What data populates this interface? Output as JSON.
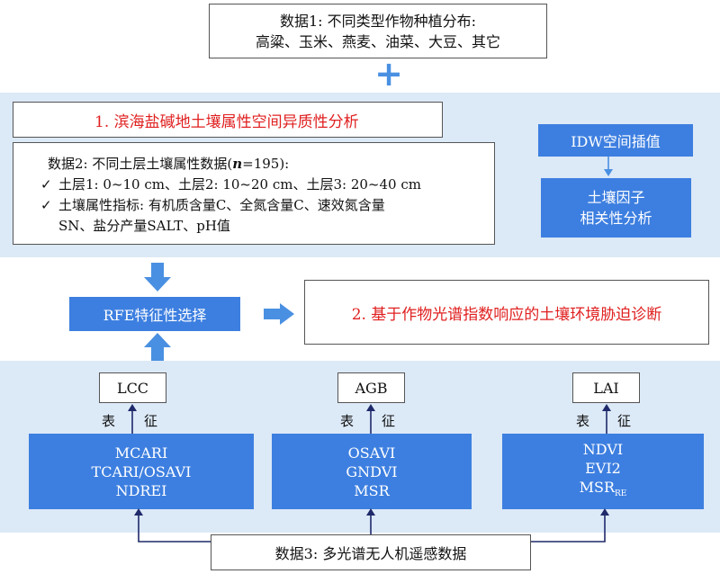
{
  "data1": {
    "line1": "数据1: 不同类型作物种植分布:",
    "line2": "高粱、玉米、燕麦、油菜、大豆、其它"
  },
  "plus_symbol": "+",
  "section1_title": "1. 滨海盐碱地土壤属性空间异质性分析",
  "data2": {
    "heading_prefix": "数据2: 不同土层土壤属性数据(",
    "n_symbol": "n",
    "heading_suffix": "=195):",
    "bullets": [
      {
        "check": "✓",
        "lines": [
          "土层1: 0~10 cm、土层2: 10~20 cm、土层3: 20~40 cm"
        ]
      },
      {
        "check": "✓",
        "lines": [
          "土壤属性指标: 有机质含量C、全氮含量C、速效氮含量",
          "SN、盐分产量SALT、pH值"
        ]
      }
    ]
  },
  "idw_label": "IDW空间插值",
  "factor_label": {
    "line1": "土壤因子",
    "line2": "相关性分析"
  },
  "rfe_label": "RFE特征性选择",
  "section2_title": "2. 基于作物光谱指数响应的土壤环境胁迫诊断",
  "targets": [
    "LCC",
    "AGB",
    "LAI"
  ],
  "rep_labels": {
    "left": "表",
    "right": "征"
  },
  "index_groups": [
    {
      "lines": [
        "MCARI",
        "TCARI/OSAVI",
        "NDREI"
      ]
    },
    {
      "lines": [
        "OSAVI",
        "GNDVI",
        "MSR"
      ]
    },
    {
      "lines": [
        "NDVI",
        "EVI2"
      ],
      "last_main": "MSR",
      "last_sub": "RE"
    }
  ],
  "data3": "数据3: 多光谱无人机遥感数据",
  "colors": {
    "band": "#dce9f7",
    "box_blue": "#3d7fe0",
    "arrow_blue": "#4a90e2",
    "arrow_navy": "#1f2a6b",
    "red_text": "#e02020"
  }
}
